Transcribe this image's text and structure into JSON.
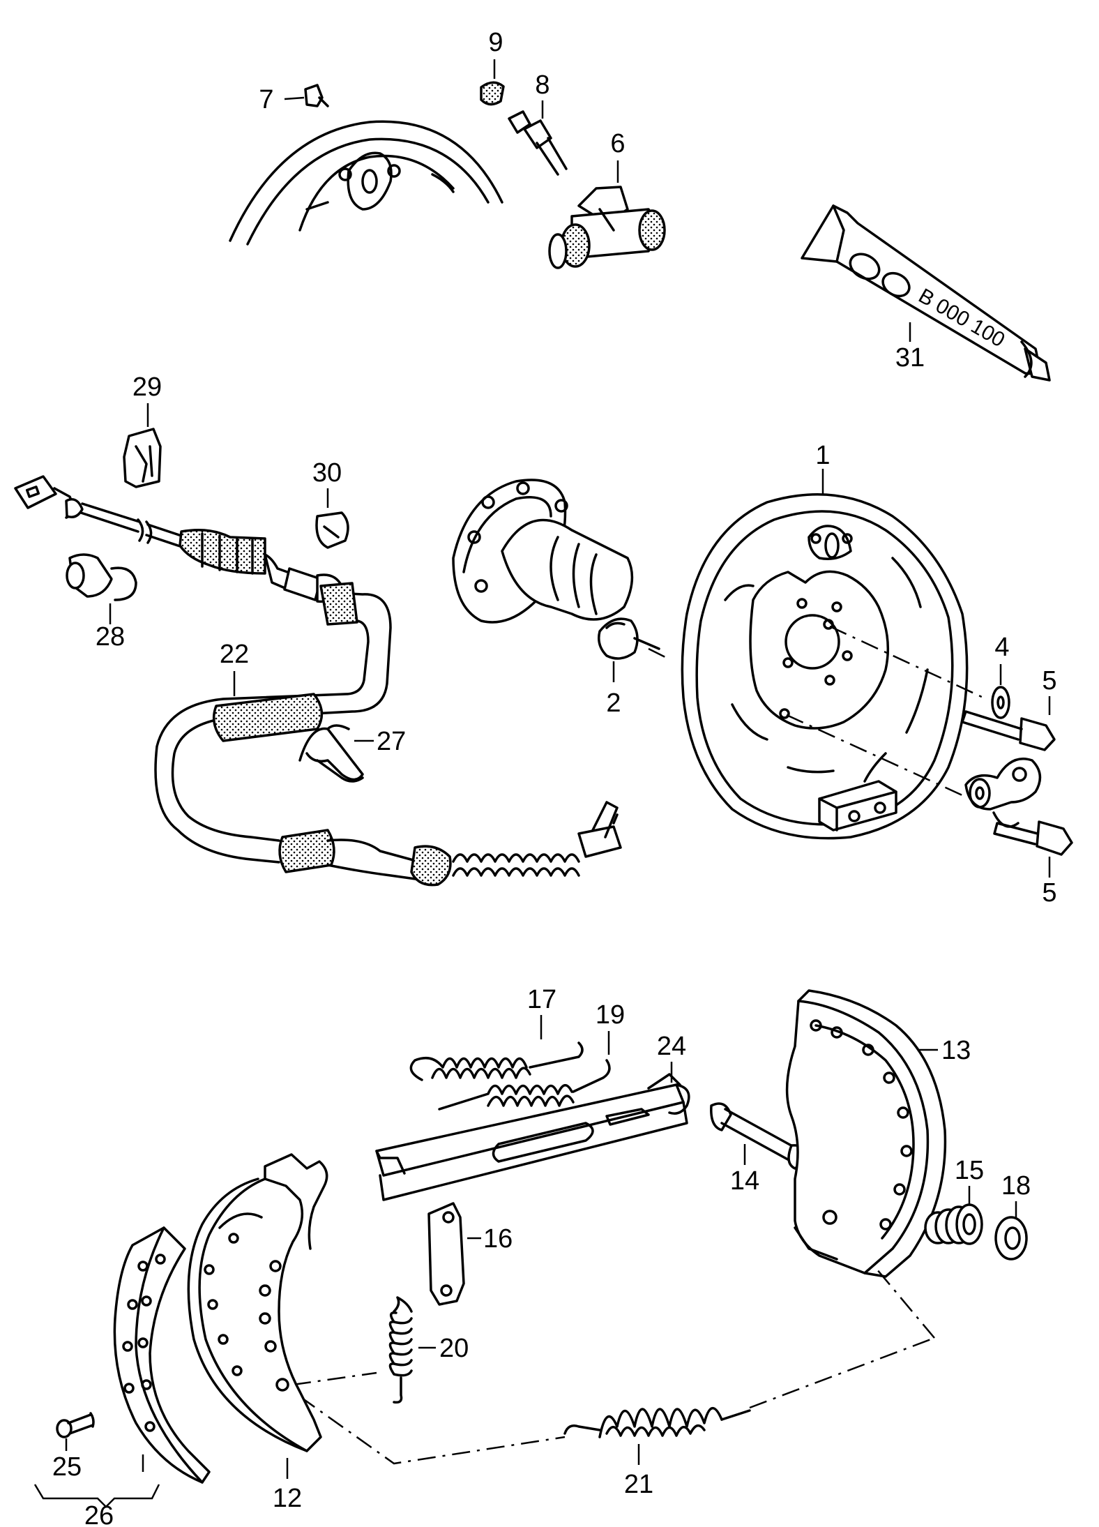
{
  "callouts": [
    {
      "id": "1",
      "text": "1"
    },
    {
      "id": "2",
      "text": "2"
    },
    {
      "id": "4",
      "text": "4"
    },
    {
      "id": "5a",
      "text": "5"
    },
    {
      "id": "5b",
      "text": "5"
    },
    {
      "id": "6",
      "text": "6"
    },
    {
      "id": "7",
      "text": "7"
    },
    {
      "id": "8",
      "text": "8"
    },
    {
      "id": "9",
      "text": "9"
    },
    {
      "id": "12",
      "text": "12"
    },
    {
      "id": "13",
      "text": "13"
    },
    {
      "id": "14",
      "text": "14"
    },
    {
      "id": "15",
      "text": "15"
    },
    {
      "id": "16",
      "text": "16"
    },
    {
      "id": "17",
      "text": "17"
    },
    {
      "id": "18",
      "text": "18"
    },
    {
      "id": "19",
      "text": "19"
    },
    {
      "id": "20",
      "text": "20"
    },
    {
      "id": "21",
      "text": "21"
    },
    {
      "id": "22",
      "text": "22"
    },
    {
      "id": "24",
      "text": "24"
    },
    {
      "id": "25",
      "text": "25"
    },
    {
      "id": "26",
      "text": "26"
    },
    {
      "id": "27",
      "text": "27"
    },
    {
      "id": "28",
      "text": "28"
    },
    {
      "id": "29",
      "text": "29"
    },
    {
      "id": "30",
      "text": "30"
    },
    {
      "id": "31",
      "text": "31"
    }
  ],
  "grease_tube": {
    "text": "B 000 100"
  }
}
